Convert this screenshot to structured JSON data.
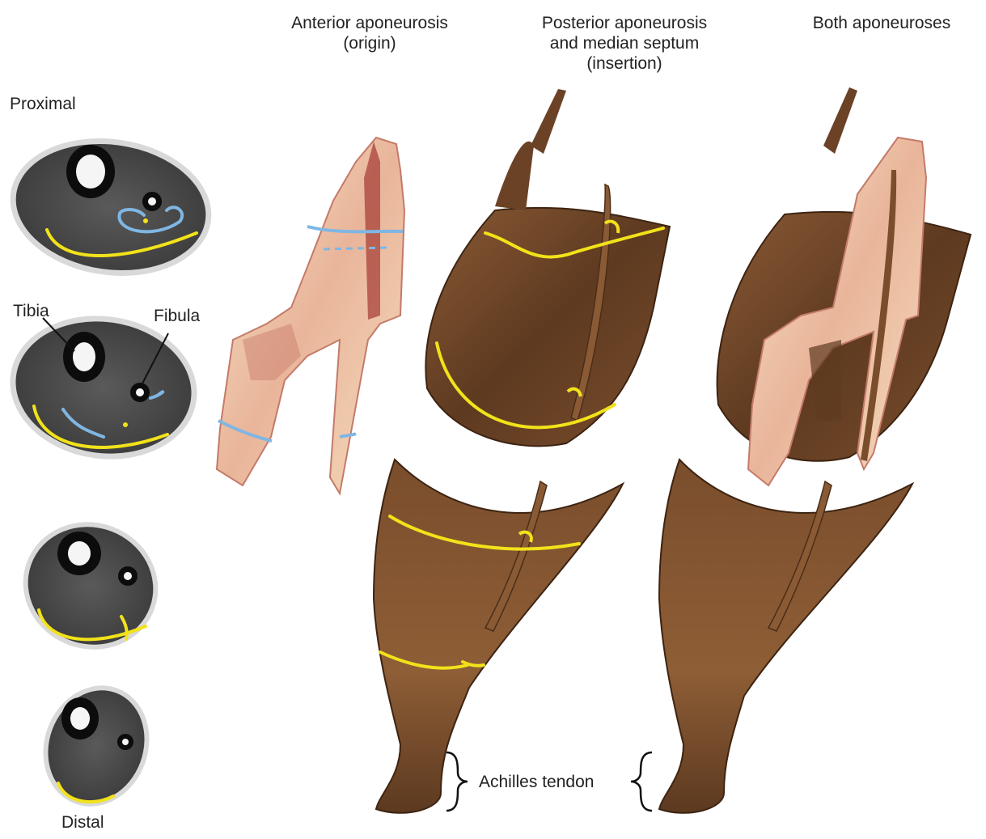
{
  "headers": {
    "anterior_line1": "Anterior aponeurosis",
    "anterior_line2": "(origin)",
    "posterior_line1": "Posterior aponeurosis",
    "posterior_line2": "and median septum",
    "posterior_line3": "(insertion)",
    "both": "Both aponeuroses"
  },
  "slices": {
    "proximal": "Proximal",
    "distal": "Distal",
    "tibia": "Tibia",
    "fibula": "Fibula"
  },
  "tendon_label": "Achilles tendon",
  "colors": {
    "posterior_marker": "#f2e21a",
    "anterior_marker": "#7fb6e3",
    "aponeurosis_dark": "#6e4528",
    "aponeurosis_light": "#f3dcc0",
    "mri_tissue": "#4a4a4a",
    "bone": "#0c0c0c"
  }
}
